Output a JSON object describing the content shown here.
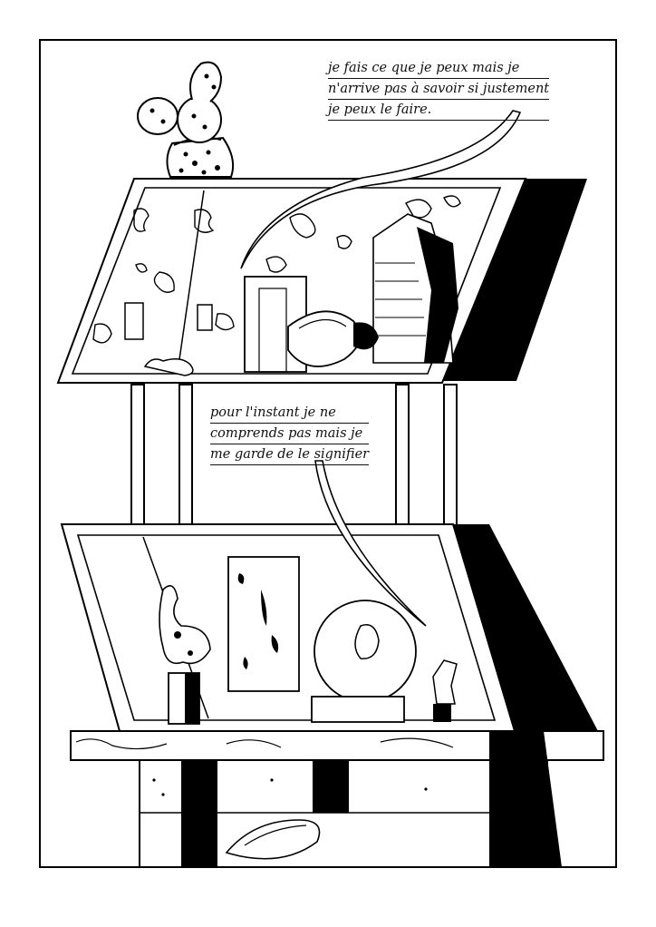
{
  "page": {
    "ink_color": "#000000",
    "paper_color": "#ffffff"
  },
  "caption_top": {
    "lines": [
      "je fais ce que je peux mais je",
      "n'arrive pas à savoir si justement",
      "je peux le faire."
    ]
  },
  "caption_middle": {
    "lines": [
      "pour l'instant je ne",
      "comprends pas mais je",
      "me garde de le signifier"
    ]
  }
}
